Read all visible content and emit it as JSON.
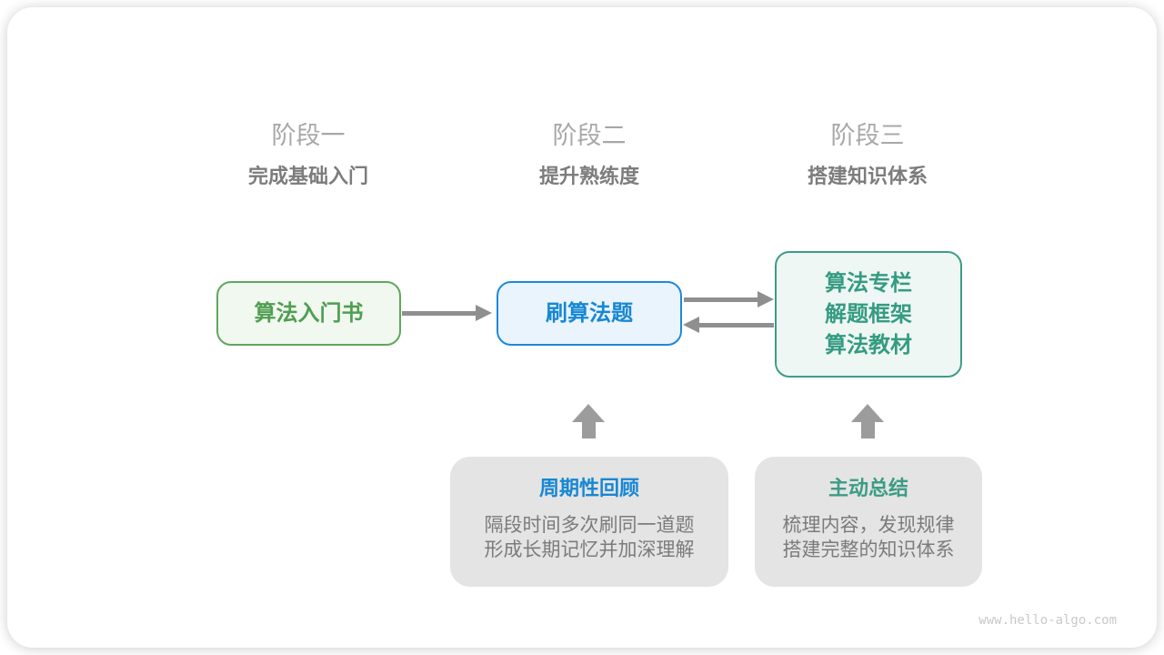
{
  "page": {
    "watermark": "www.hello-algo.com"
  },
  "stages": [
    {
      "label": "阶段一",
      "subtitle": "完成基础入门"
    },
    {
      "label": "阶段二",
      "subtitle": "提升熟练度"
    },
    {
      "label": "阶段三",
      "subtitle": "搭建知识体系"
    }
  ],
  "flow": {
    "intro_book": {
      "label": "算法入门书"
    },
    "practice": {
      "label": "刷算法题"
    },
    "resources": {
      "lines": [
        "算法专栏",
        "解题框架",
        "算法教材"
      ]
    }
  },
  "notes": [
    {
      "title": "周期性回顾",
      "lines": [
        "隔段时间多次刷同一道题",
        "形成长期记忆并加深理解"
      ]
    },
    {
      "title": "主动总结",
      "lines": [
        "梳理内容，发现规律",
        "搭建完整的知识体系"
      ]
    }
  ],
  "colors": {
    "green_text": "#4F9E52",
    "green_border": "#61A65F",
    "green_bg": "#F1F8EF",
    "blue_text": "#1787D3",
    "blue_border": "#1E88DC",
    "blue_bg": "#EAF4FC",
    "teal_text": "#359B82",
    "teal_border": "#3E9C85",
    "teal_bg": "#EEF7F3",
    "arrow_gray": "#8F8F8F",
    "up_arrow_gray": "#9C9C9C",
    "note_bg": "#E4E4E4",
    "note_body_text": "#7B7B7B",
    "stage_label": "#A8A8A8",
    "stage_subtitle": "#7C7C7C",
    "watermark": "#C9C9C9"
  }
}
